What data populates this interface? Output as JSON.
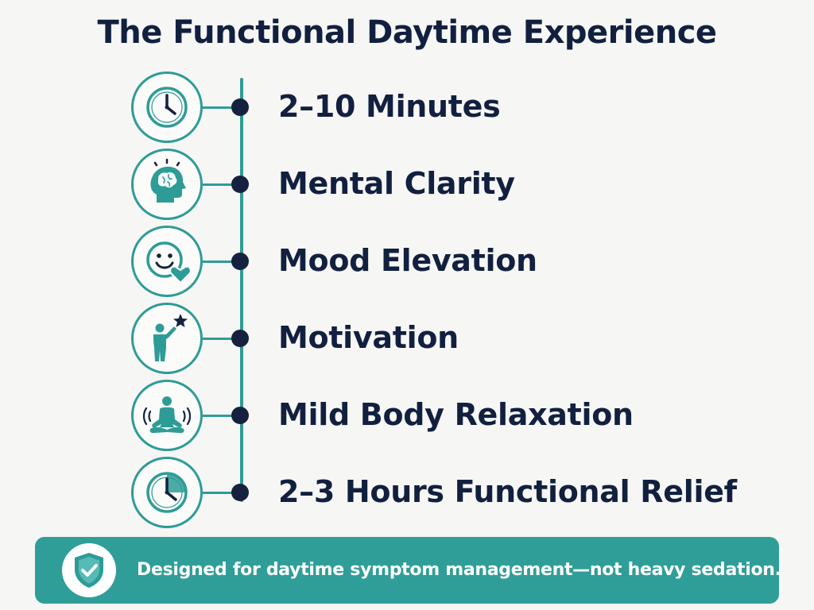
{
  "title": "The Functional Daytime Experience",
  "colors": {
    "accent": "#2e9c96",
    "text": "#12203f",
    "node": "#15213f",
    "background": "#f6f6f5",
    "banner": "#2f9e98"
  },
  "steps": [
    {
      "label": "2–10 Minutes",
      "icon": "clock-icon"
    },
    {
      "label": "Mental Clarity",
      "icon": "head-brain-icon"
    },
    {
      "label": "Mood Elevation",
      "icon": "smiley-heart-icon"
    },
    {
      "label": "Motivation",
      "icon": "person-reaching-star-icon"
    },
    {
      "label": "Mild Body Relaxation",
      "icon": "meditation-icon"
    },
    {
      "label": "2–3 Hours Functional Relief",
      "icon": "clock-duration-icon"
    }
  ],
  "banner": {
    "text": "Designed for daytime symptom management—not heavy sedation.",
    "icon": "shield-check-icon"
  }
}
